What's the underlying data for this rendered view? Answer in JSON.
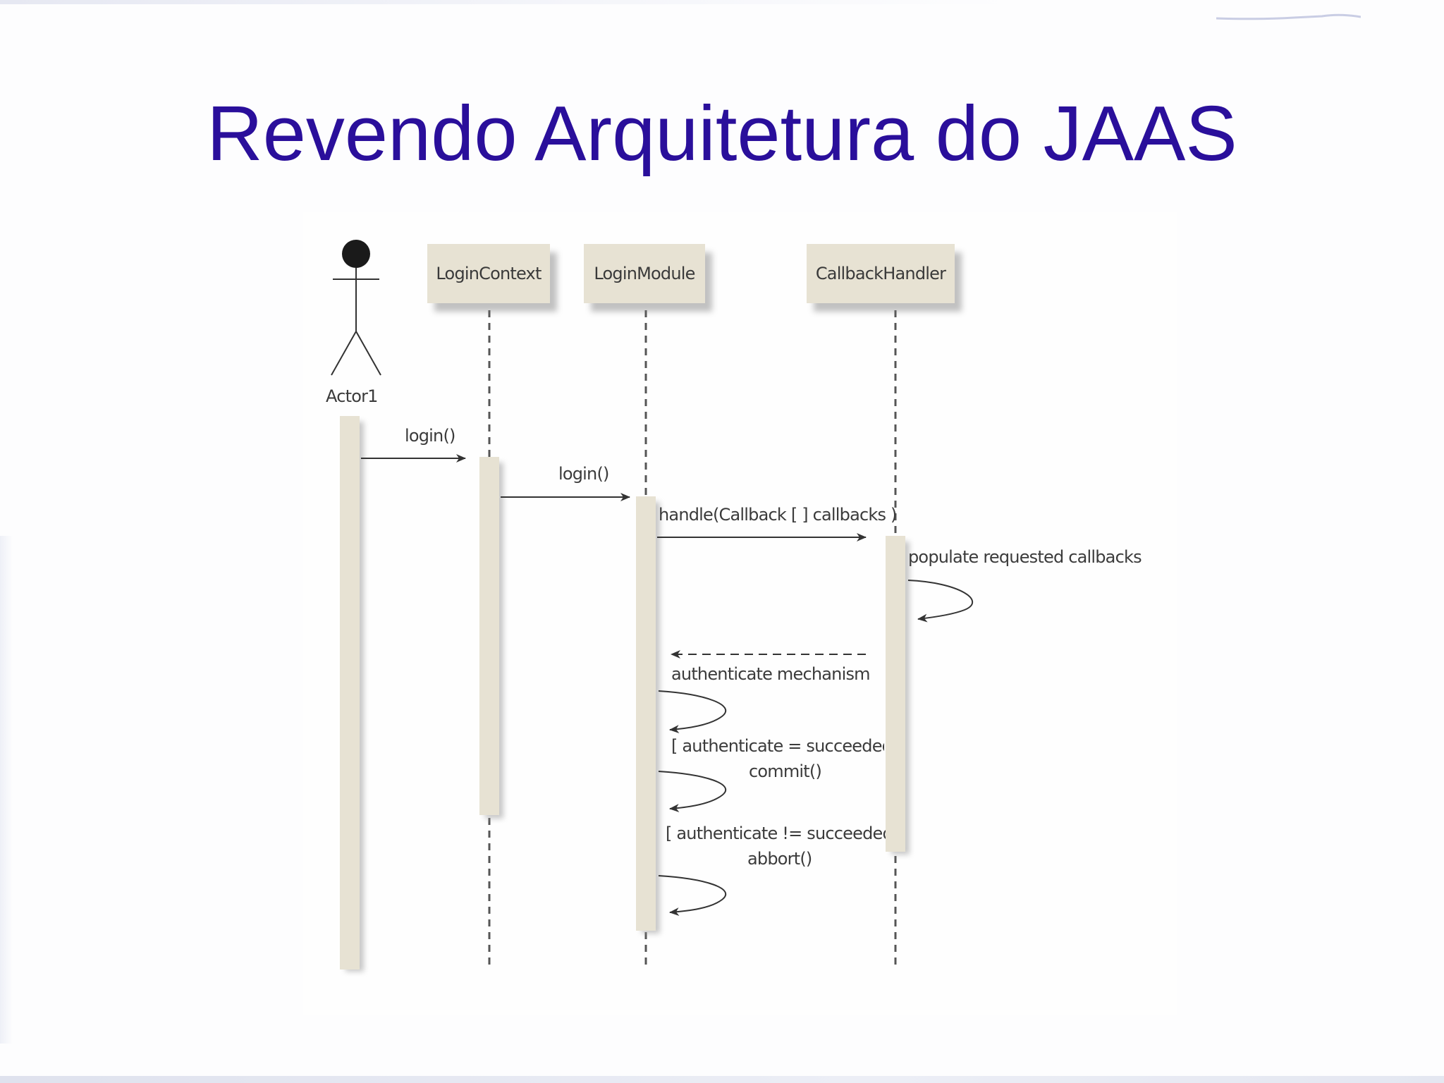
{
  "slide": {
    "title": "Revendo Arquitetura do JAAS"
  },
  "diagram": {
    "type": "uml-sequence",
    "actor": {
      "label": "Actor1"
    },
    "lifelines": [
      {
        "id": "login-context",
        "label": "LoginContext"
      },
      {
        "id": "login-module",
        "label": "LoginModule"
      },
      {
        "id": "callback-handler",
        "label": "CallbackHandler"
      }
    ],
    "messages": [
      {
        "from": "Actor1",
        "to": "LoginContext",
        "label": "login()",
        "style": "sync"
      },
      {
        "from": "LoginContext",
        "to": "LoginModule",
        "label": "login()",
        "style": "sync"
      },
      {
        "from": "LoginModule",
        "to": "CallbackHandler",
        "label": "handle(Callback [ ] callbacks )",
        "style": "sync"
      },
      {
        "from": "CallbackHandler",
        "to": "CallbackHandler",
        "label": "populate requested callbacks",
        "style": "self"
      },
      {
        "from": "CallbackHandler",
        "to": "LoginModule",
        "label": "",
        "style": "return"
      },
      {
        "from": "LoginModule",
        "to": "LoginModule",
        "label": "authenticate mechanism",
        "style": "self"
      },
      {
        "from": "LoginModule",
        "to": "LoginModule",
        "label": "[ authenticate = succeeded",
        "label2": "commit()",
        "style": "self"
      },
      {
        "from": "LoginModule",
        "to": "LoginModule",
        "label": "[ authenticate != succeeded",
        "label2": "abbort()",
        "style": "self"
      }
    ],
    "colors": {
      "title": "#2a0f9b",
      "box_fill": "#e7e2d3",
      "activation_fill": "#e7e2d3",
      "line": "#333333"
    }
  }
}
